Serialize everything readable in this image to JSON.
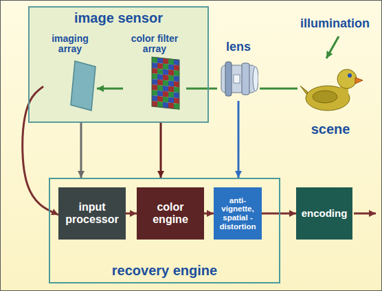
{
  "diagram": {
    "nodes": [
      {
        "text": [
          "image sensor"
        ]
      },
      {
        "text": [
          "imaging array"
        ],
        "in": 0
      },
      {
        "text": [
          "color filter array"
        ],
        "in": 0
      },
      {
        "text": [
          "lens"
        ]
      },
      {
        "text": [
          "scene"
        ]
      },
      {
        "text": [
          "recovery engine"
        ]
      },
      {
        "text": [
          "input processor"
        ],
        "in": 5
      },
      {
        "text": [
          "color engine"
        ],
        "in": 5
      },
      {
        "text": [
          "anti- vignette, spatial - distortion"
        ],
        "in": 5
      },
      {
        "text": [
          "encoding"
        ]
      }
    ],
    "edges": [
      {
        "from": 4,
        "to": 3,
        "arrow": "none"
      },
      {
        "from": 3,
        "to": 2,
        "arrow": "none"
      },
      {
        "from": 2,
        "to": 1,
        "arrow": "to"
      },
      {
        "from": 1,
        "to": 6,
        "arrow": "to"
      },
      {
        "from": 0,
        "to": 5,
        "arrow": "to"
      },
      {
        "from": 0,
        "to": 5,
        "arrow": "to"
      },
      {
        "from": 3,
        "to": 5,
        "arrow": "to"
      },
      {
        "from": 6,
        "to": 7,
        "arrow": "to"
      },
      {
        "from": 7,
        "to": 8,
        "arrow": "to"
      },
      {
        "from": 8,
        "to": 9,
        "arrow": "to"
      }
    ],
    "labels": [
      "illumination"
    ]
  }
}
